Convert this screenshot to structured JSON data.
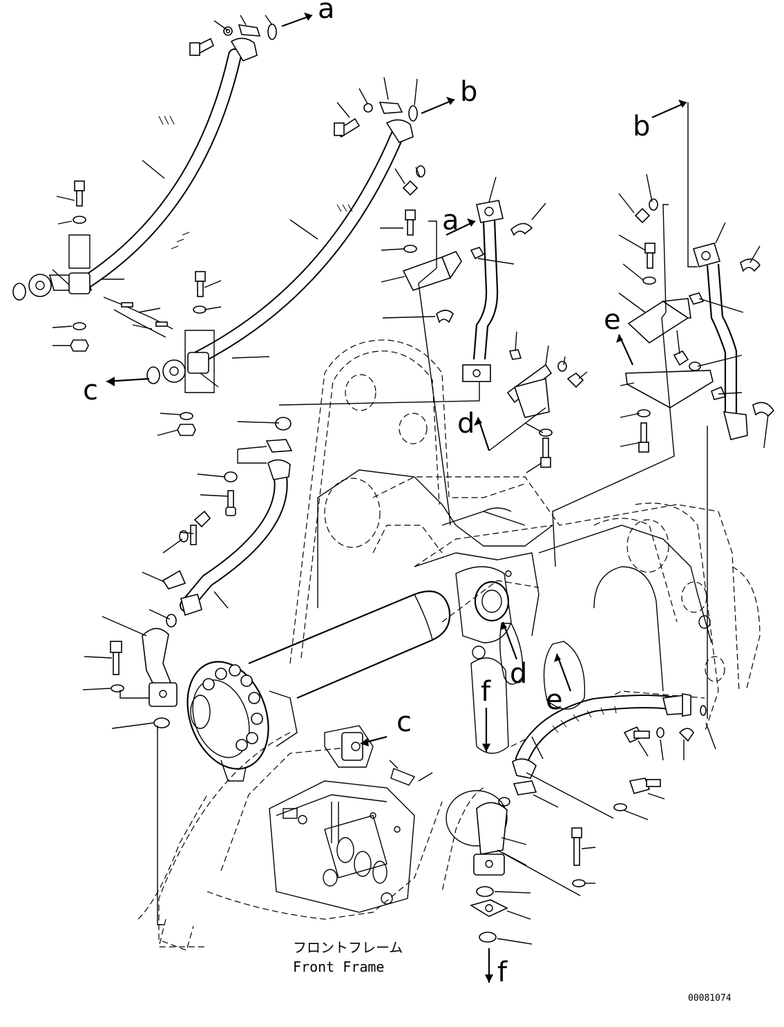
{
  "diagram": {
    "reference_letters": {
      "a_top": "a",
      "a_mid": "a",
      "b_top": "b",
      "b_right": "b",
      "c_left": "c",
      "c_frame": "c",
      "d_bracket": "d",
      "d_frame": "d",
      "e_bracket": "e",
      "e_frame": "e",
      "f_top": "f",
      "f_bottom": "f"
    },
    "caption_japanese": "フロントフレーム",
    "caption_english": "Front Frame",
    "document_number": "00081074"
  }
}
